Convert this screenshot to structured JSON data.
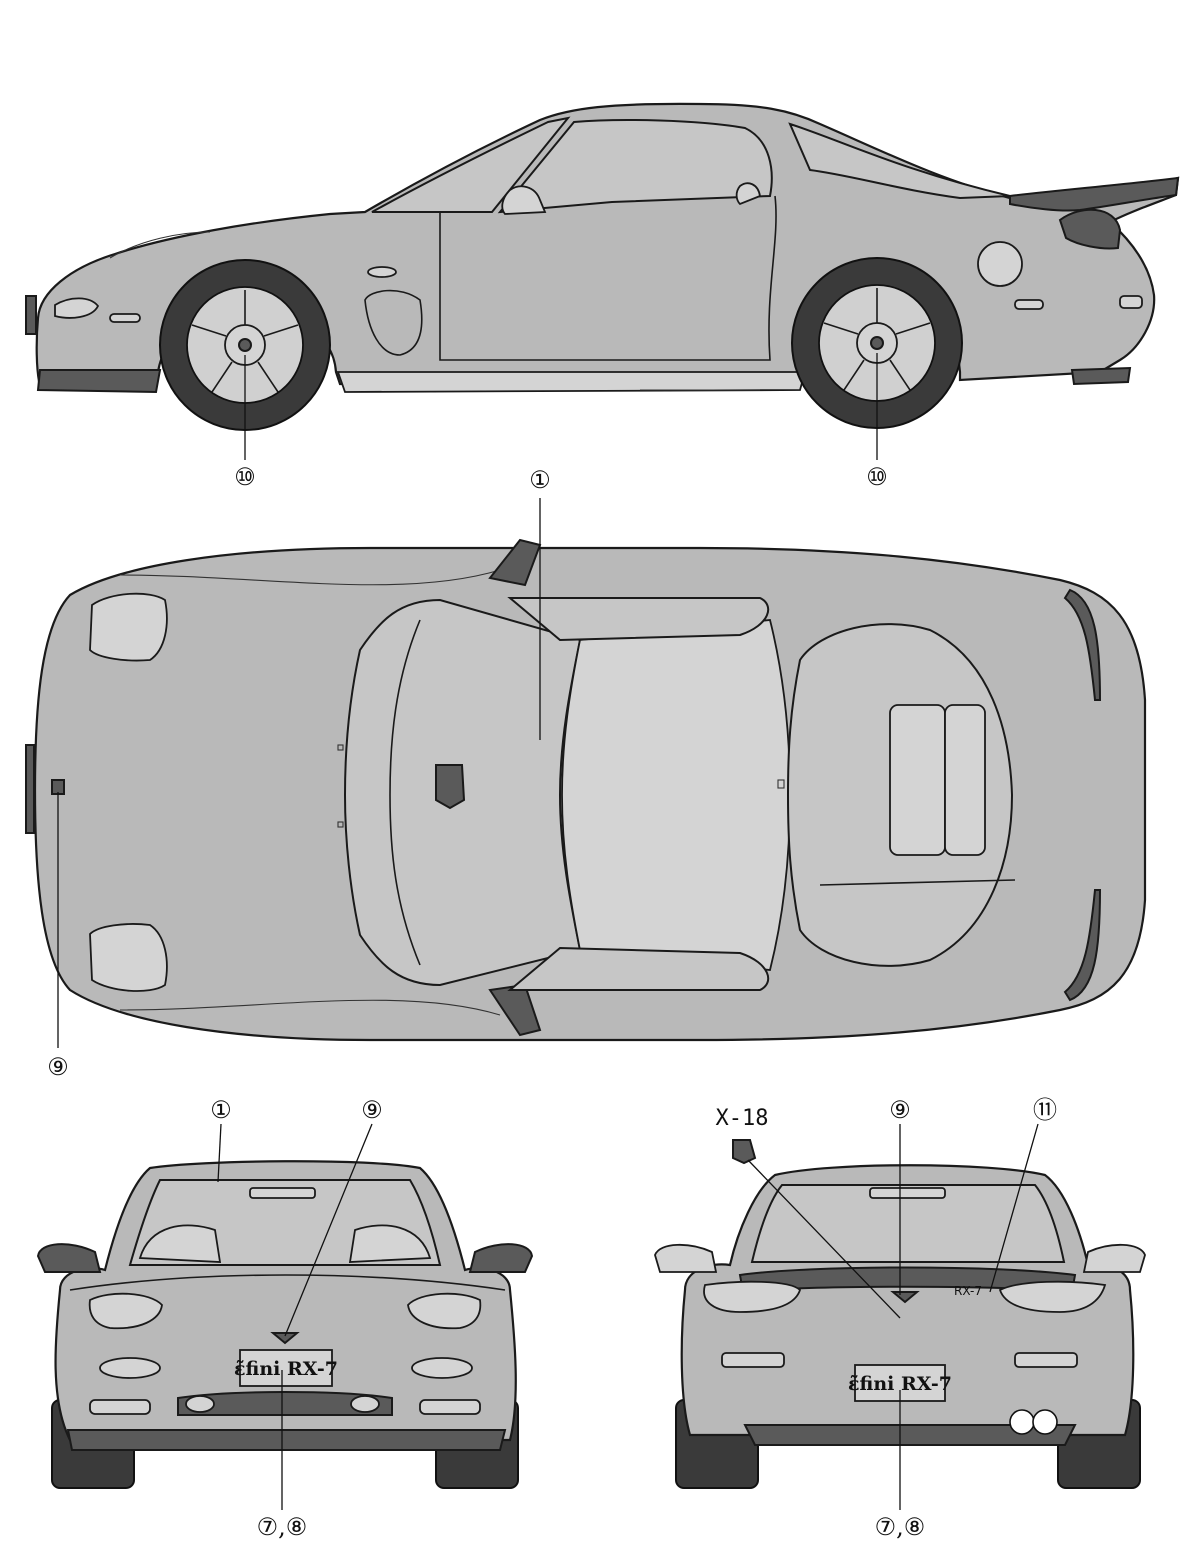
{
  "callouts": {
    "side_front_wheel": "⑩",
    "side_rear_wheel": "⑩",
    "top_windshield": "①",
    "top_emblem": "⑨",
    "front_windshield": "①",
    "front_emblem": "⑨",
    "front_plate": "⑦,⑧",
    "rear_emblem": "⑨",
    "rear_badge": "⑪",
    "rear_plate": "⑦,⑧"
  },
  "part_code": "X-18",
  "plates": {
    "front": "ɛ̃fini RX-7",
    "rear": "ɛ̃fini RX-7"
  },
  "rear_badge_text": "RX-7"
}
